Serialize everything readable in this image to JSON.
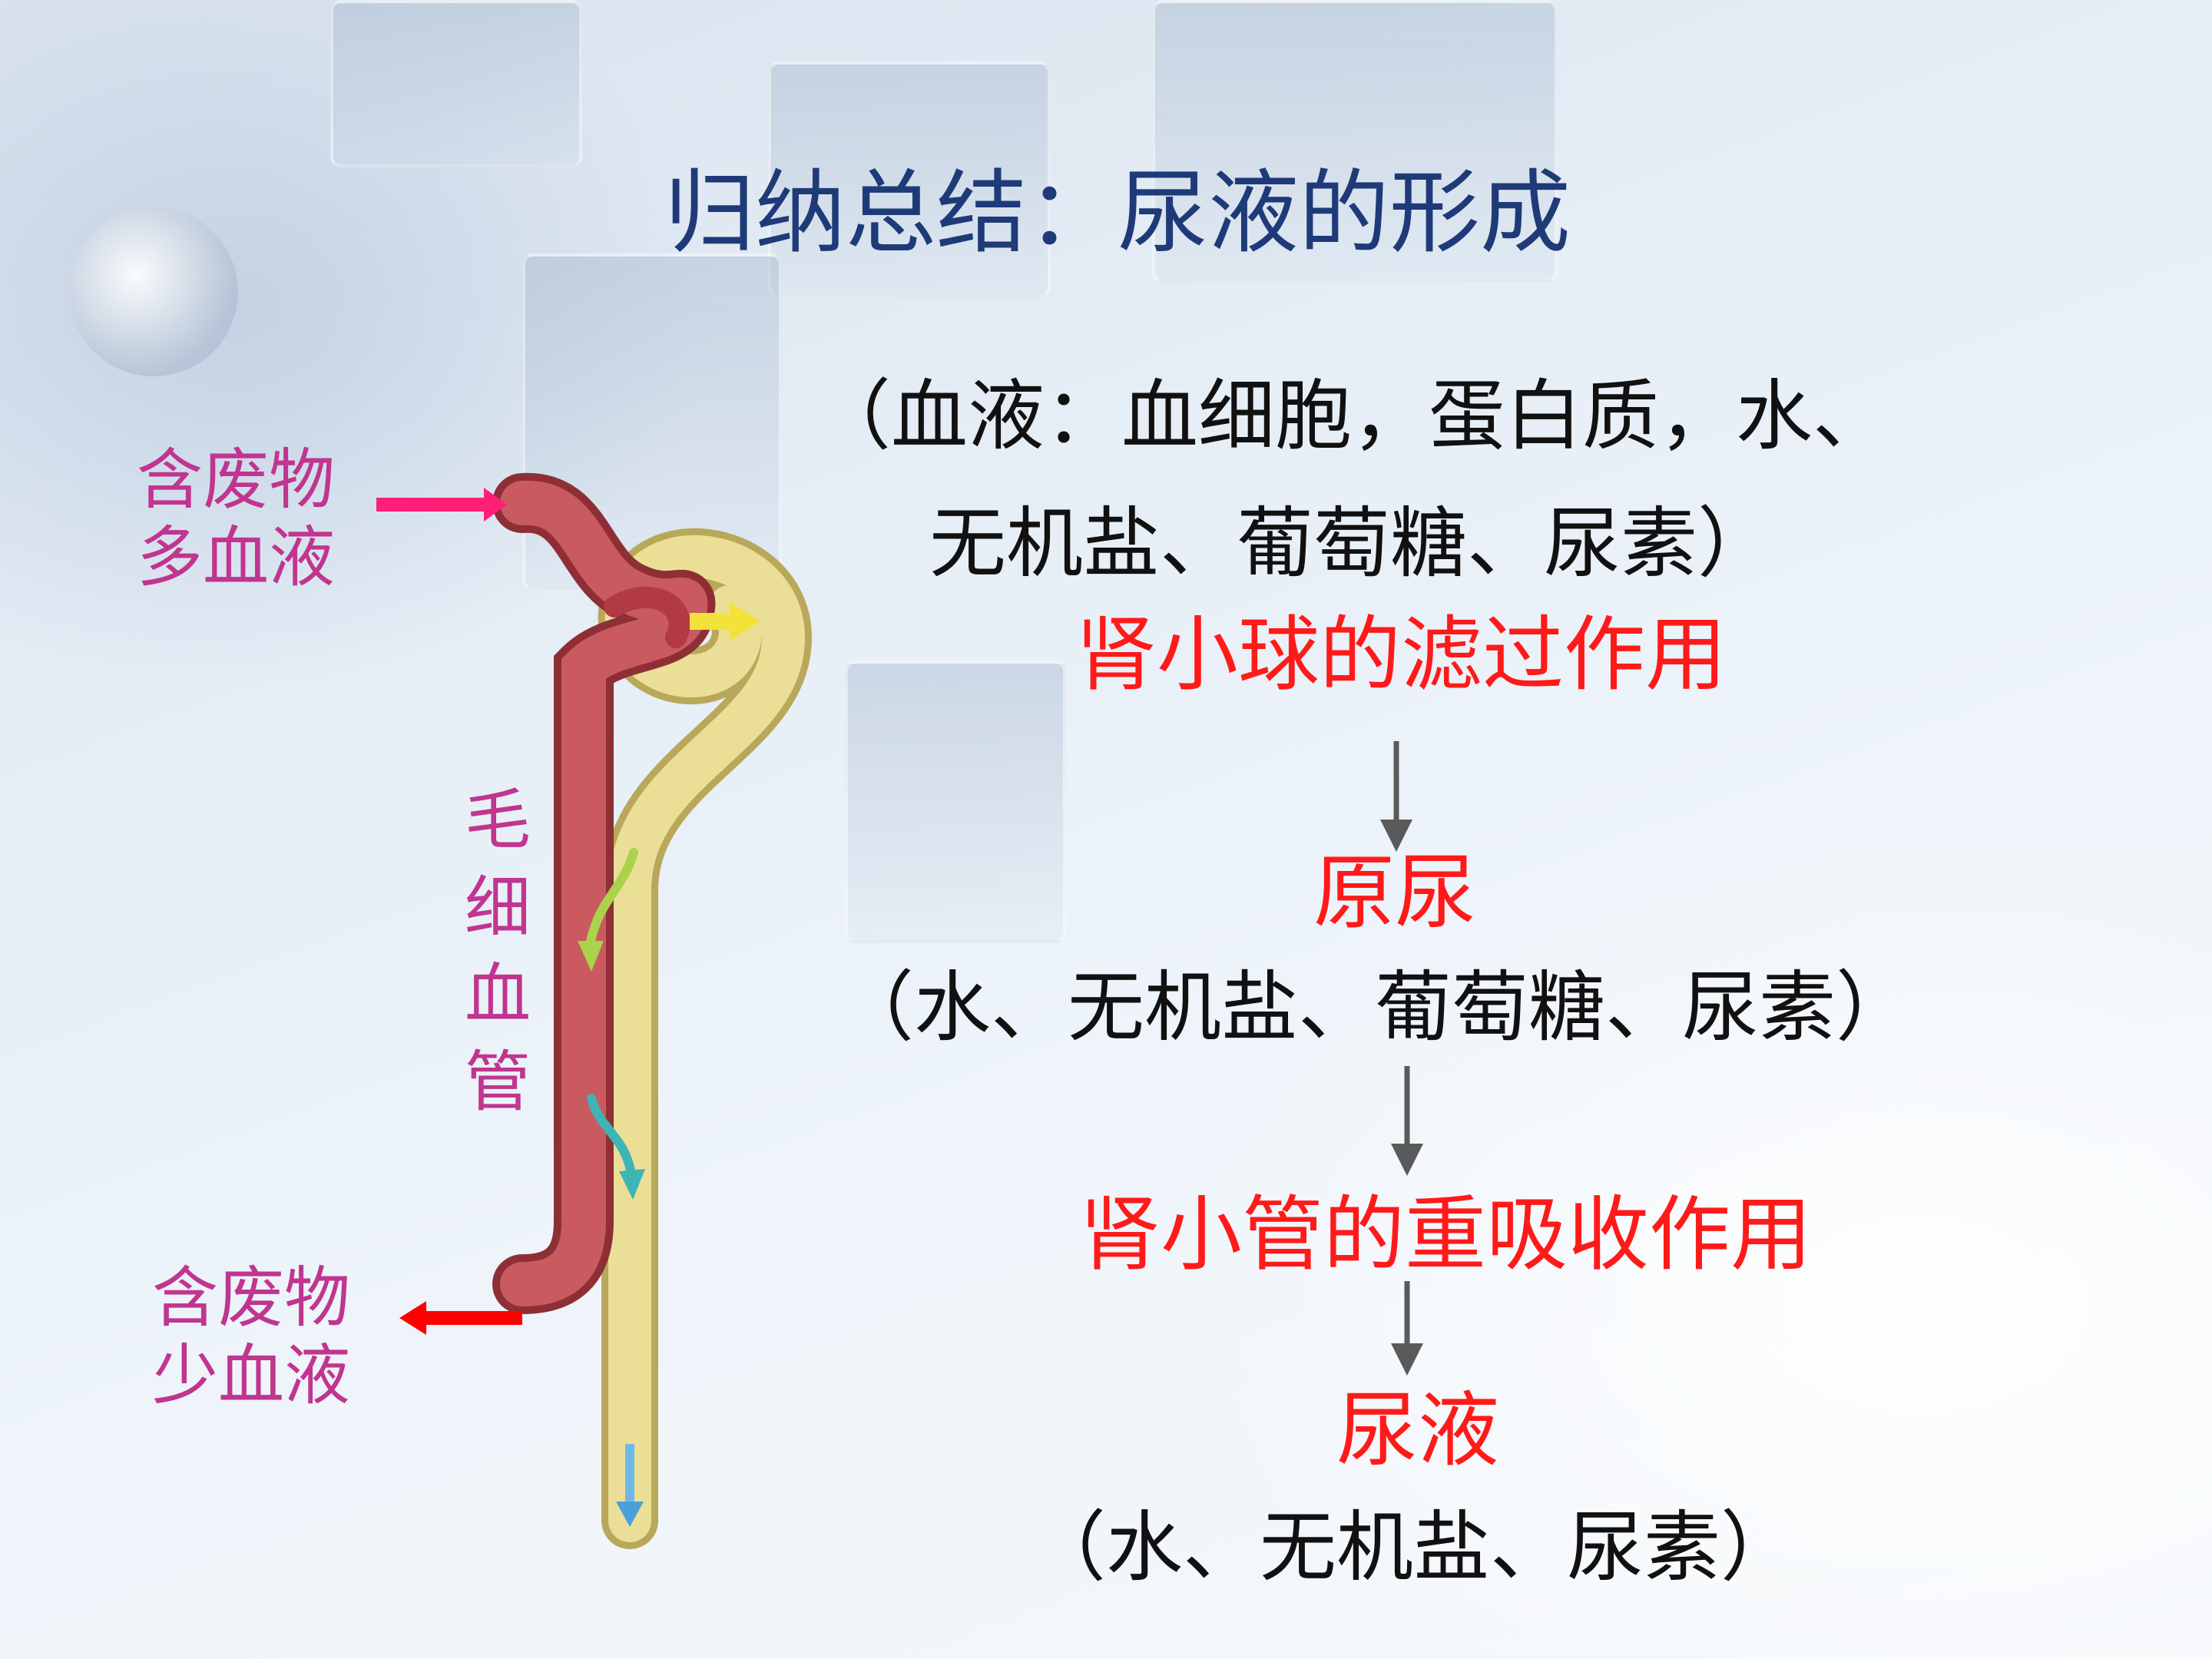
{
  "title": "归纳总结：尿液的形成",
  "blood": {
    "line1": "（血液：血细胞，蛋白质，水、",
    "line2": "无机盐、葡萄糖、尿素）"
  },
  "step1": "肾小球的滤过作用",
  "primary_urine": {
    "label": "原尿",
    "contents": "（水、无机盐、葡萄糖、尿素）"
  },
  "step2": "肾小管的重吸收作用",
  "urine": {
    "label": "尿液",
    "contents": "（水、无机盐、尿素）"
  },
  "diagram": {
    "in_blood": "含废物\n多血液",
    "out_blood": "含废物\n少血液",
    "capillary": [
      "毛",
      "细",
      "血",
      "管"
    ]
  },
  "colors": {
    "title": "#1f3a78",
    "process": "#ff1a1a",
    "diagram_label": "#c0358f",
    "artery": "#c04a52",
    "tubule": "#e6d98c"
  }
}
